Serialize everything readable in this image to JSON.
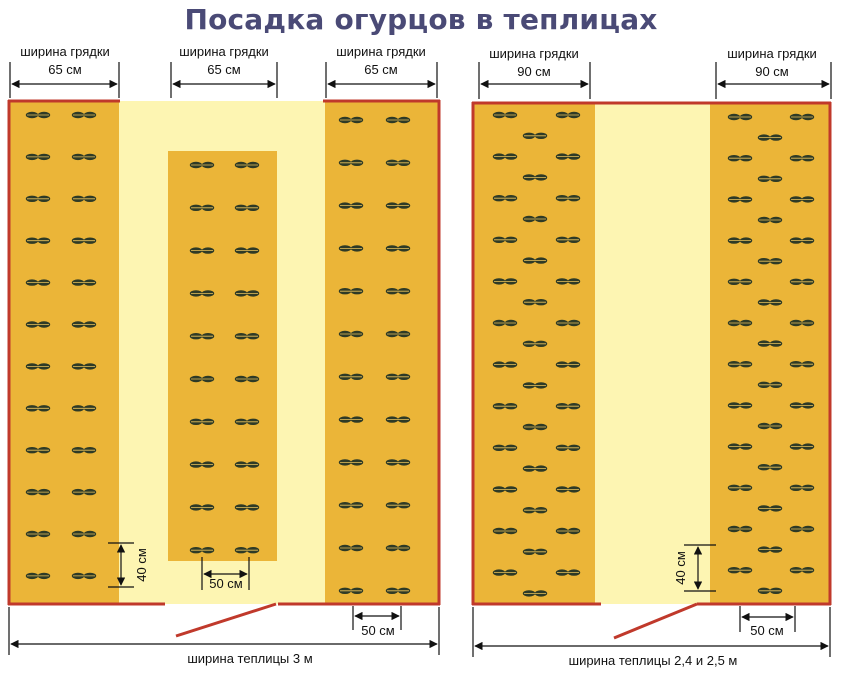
{
  "title": "Посадка огурцов в теплицах",
  "colors": {
    "bed": "#ebb538",
    "path": "#fdf5b2",
    "frame": "#c0392b",
    "plant": "#2e3a26",
    "title": "#4a4a76"
  },
  "greenhouse_3m": {
    "bed_left_label": "ширина грядки",
    "bed_left_width": "65 см",
    "bed_middle_label": "ширина грядки",
    "bed_middle_width": "65 см",
    "bed_right_label": "ширина грядки",
    "bed_right_width": "65 см",
    "row_spacing": "40 см",
    "plant_spacing_middle": "50 см",
    "plant_spacing_right": "50 см",
    "greenhouse_width": "ширина теплицы 3 м"
  },
  "greenhouse_24m": {
    "bed_left_label": "ширина грядки",
    "bed_left_width": "90 см",
    "bed_right_label": "ширина грядки",
    "bed_right_width": "90 см",
    "row_spacing": "40 см",
    "plant_spacing": "50 см",
    "greenhouse_width": "ширина теплицы 2,4 и 2,5 м"
  }
}
